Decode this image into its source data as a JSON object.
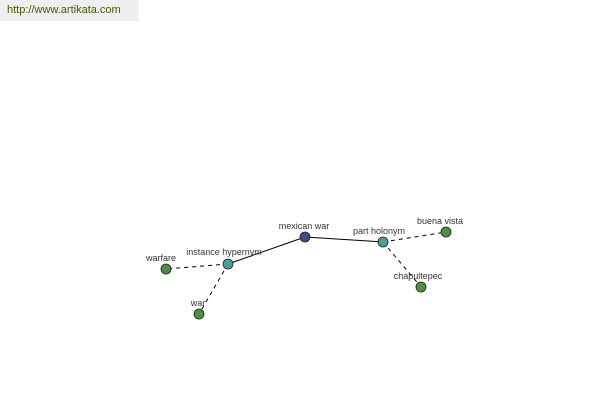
{
  "header": {
    "site_url": "http://www.artikata.com"
  },
  "colors": {
    "center_node": "#3f4d86",
    "relation_node": "#4f9c99",
    "leaf_node": "#4f8f45",
    "edge": "#000000",
    "url_text": "#3c5a00"
  },
  "graph": {
    "nodes": [
      {
        "id": "mexican-war",
        "label": "mexican war",
        "kind": "center"
      },
      {
        "id": "instance-hypernym",
        "label": "instance hypernym",
        "kind": "relation"
      },
      {
        "id": "part-holonym",
        "label": "part holonym",
        "kind": "relation"
      },
      {
        "id": "warfare",
        "label": "warfare",
        "kind": "leaf"
      },
      {
        "id": "war",
        "label": "war",
        "kind": "leaf"
      },
      {
        "id": "buena-vista",
        "label": "buena vista",
        "kind": "leaf"
      },
      {
        "id": "chapultepec",
        "label": "chapultepec",
        "kind": "leaf"
      }
    ],
    "edges": [
      {
        "from": "mexican-war",
        "to": "instance-hypernym",
        "style": "solid"
      },
      {
        "from": "mexican-war",
        "to": "part-holonym",
        "style": "solid"
      },
      {
        "from": "instance-hypernym",
        "to": "warfare",
        "style": "dashed"
      },
      {
        "from": "instance-hypernym",
        "to": "war",
        "style": "dashed"
      },
      {
        "from": "part-holonym",
        "to": "buena-vista",
        "style": "dashed"
      },
      {
        "from": "part-holonym",
        "to": "chapultepec",
        "style": "dashed"
      }
    ]
  }
}
